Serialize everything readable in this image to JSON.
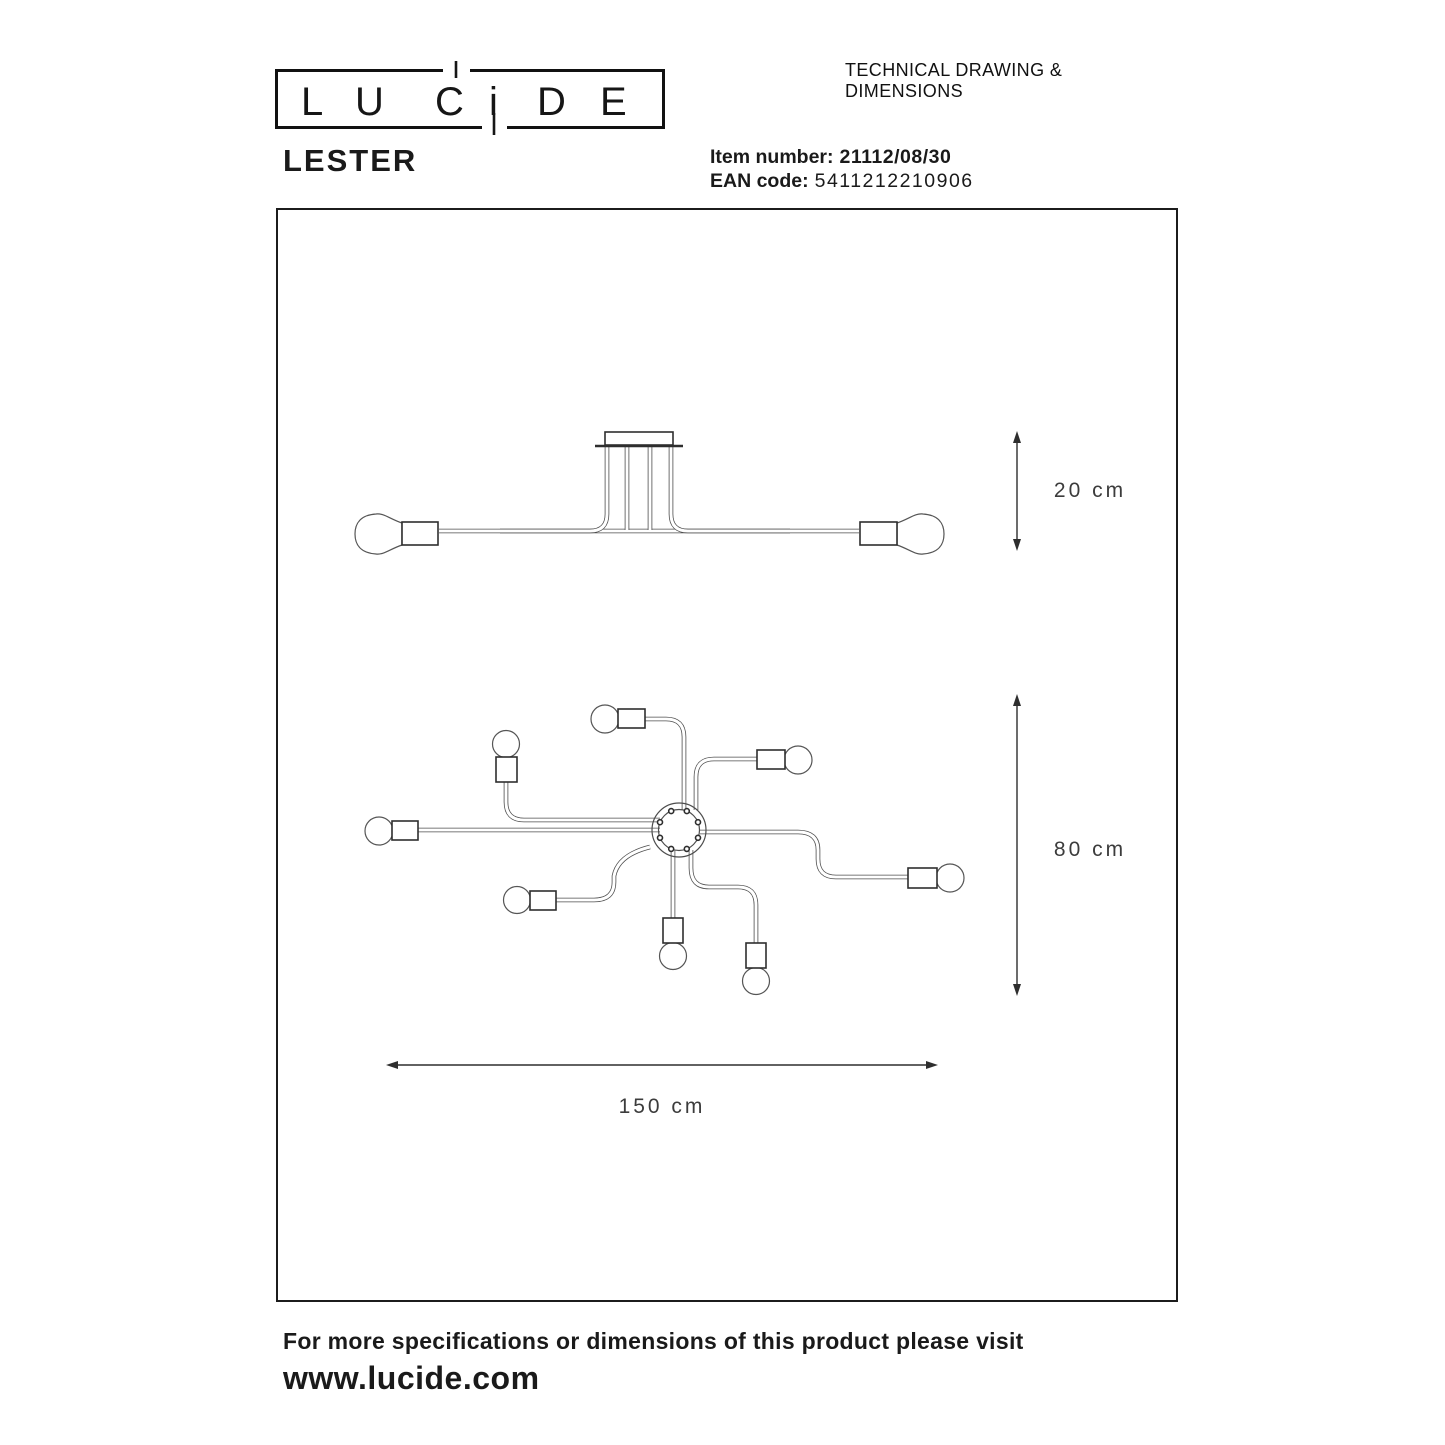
{
  "logo": {
    "letters": [
      "L",
      "U",
      "C",
      "i",
      "D",
      "E"
    ]
  },
  "header": {
    "title": "TECHNICAL DRAWING & DIMENSIONS"
  },
  "product": {
    "name": "LESTER",
    "item_label": "Item number:",
    "item_value": "21112/08/30",
    "ean_label": "EAN code:",
    "ean_value": "5411212210906"
  },
  "dimensions": {
    "height": "20 cm",
    "depth": "80 cm",
    "width": "150 cm"
  },
  "footer": {
    "line1": "For more specifications or dimensions of this product please visit",
    "line2": "www.lucide.com"
  }
}
